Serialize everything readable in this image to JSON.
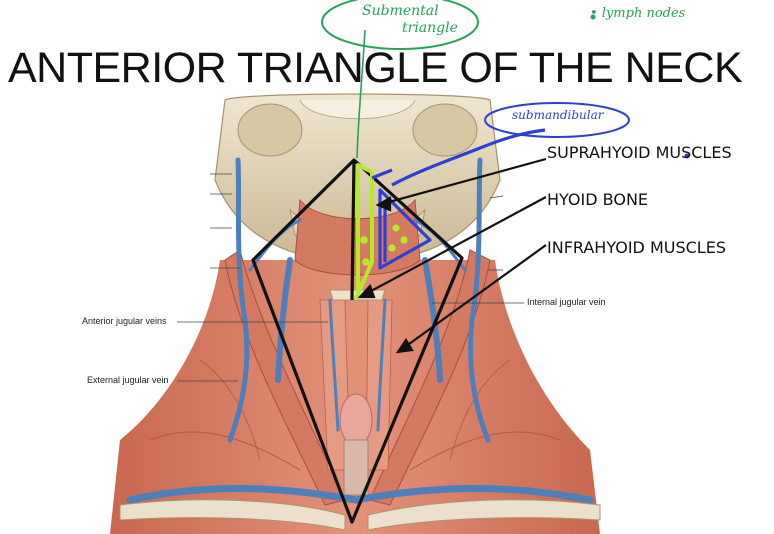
{
  "slide": {
    "title": "ANTERIOR TRIANGLE OF THE NECK"
  },
  "annotations": {
    "submental_line1": "Submental",
    "submental_line2": "triangle",
    "lymph_nodes": "• lymph nodes",
    "submandibular": "submandibular"
  },
  "labels": {
    "suprahyoid": "SUPRAHYOID MUSCLES",
    "hyoid": "HYOID BONE",
    "infrahyoid": "INFRAHYOID MUSCLES"
  },
  "figure_labels": {
    "anterior_jugular": "Anterior jugular veins",
    "external_jugular": "External jugular vein",
    "internal_jugular": "Internal jugular vein"
  },
  "colors": {
    "muscle": "#d9826a",
    "muscle_dark": "#b85a44",
    "vein": "#4f7fb8",
    "bone": "#e4d6b8",
    "annotation_green": "#2aa15a",
    "annotation_blue": "#2f3fd0",
    "annotation_lime": "#b8e82a"
  }
}
